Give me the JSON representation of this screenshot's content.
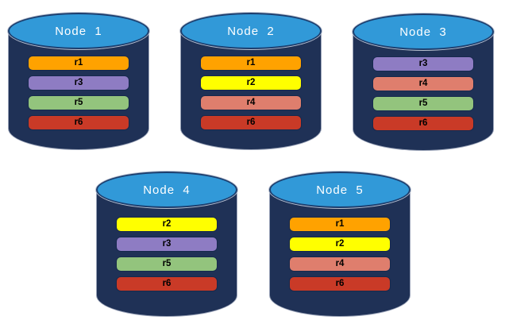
{
  "diagram": {
    "description": "Five database nodes each holding four replicas",
    "background_color": "#FFFFFF",
    "cylinder_body_color": "#1F3156",
    "cylinder_top_color": "#3199D8",
    "cylinder_top_border_color": "#1C3E6E",
    "title_text_color": "#FFFFFF",
    "replica_colors": {
      "r1": "#FFA200",
      "r2": "#FFFF00",
      "r3": "#8E7CC3",
      "r4": "#DF7E6D",
      "r5": "#93C47D",
      "r6": "#C93A27"
    },
    "nodes": [
      {
        "title": "Node  1",
        "replicas": [
          "r1",
          "r3",
          "r5",
          "r6"
        ]
      },
      {
        "title": "Node  2",
        "replicas": [
          "r1",
          "r2",
          "r4",
          "r6"
        ]
      },
      {
        "title": "Node  3",
        "replicas": [
          "r3",
          "r4",
          "r5",
          "r6"
        ]
      },
      {
        "title": "Node  4",
        "replicas": [
          "r2",
          "r3",
          "r5",
          "r6"
        ]
      },
      {
        "title": "Node  5",
        "replicas": [
          "r1",
          "r2",
          "r4",
          "r6"
        ]
      }
    ]
  }
}
